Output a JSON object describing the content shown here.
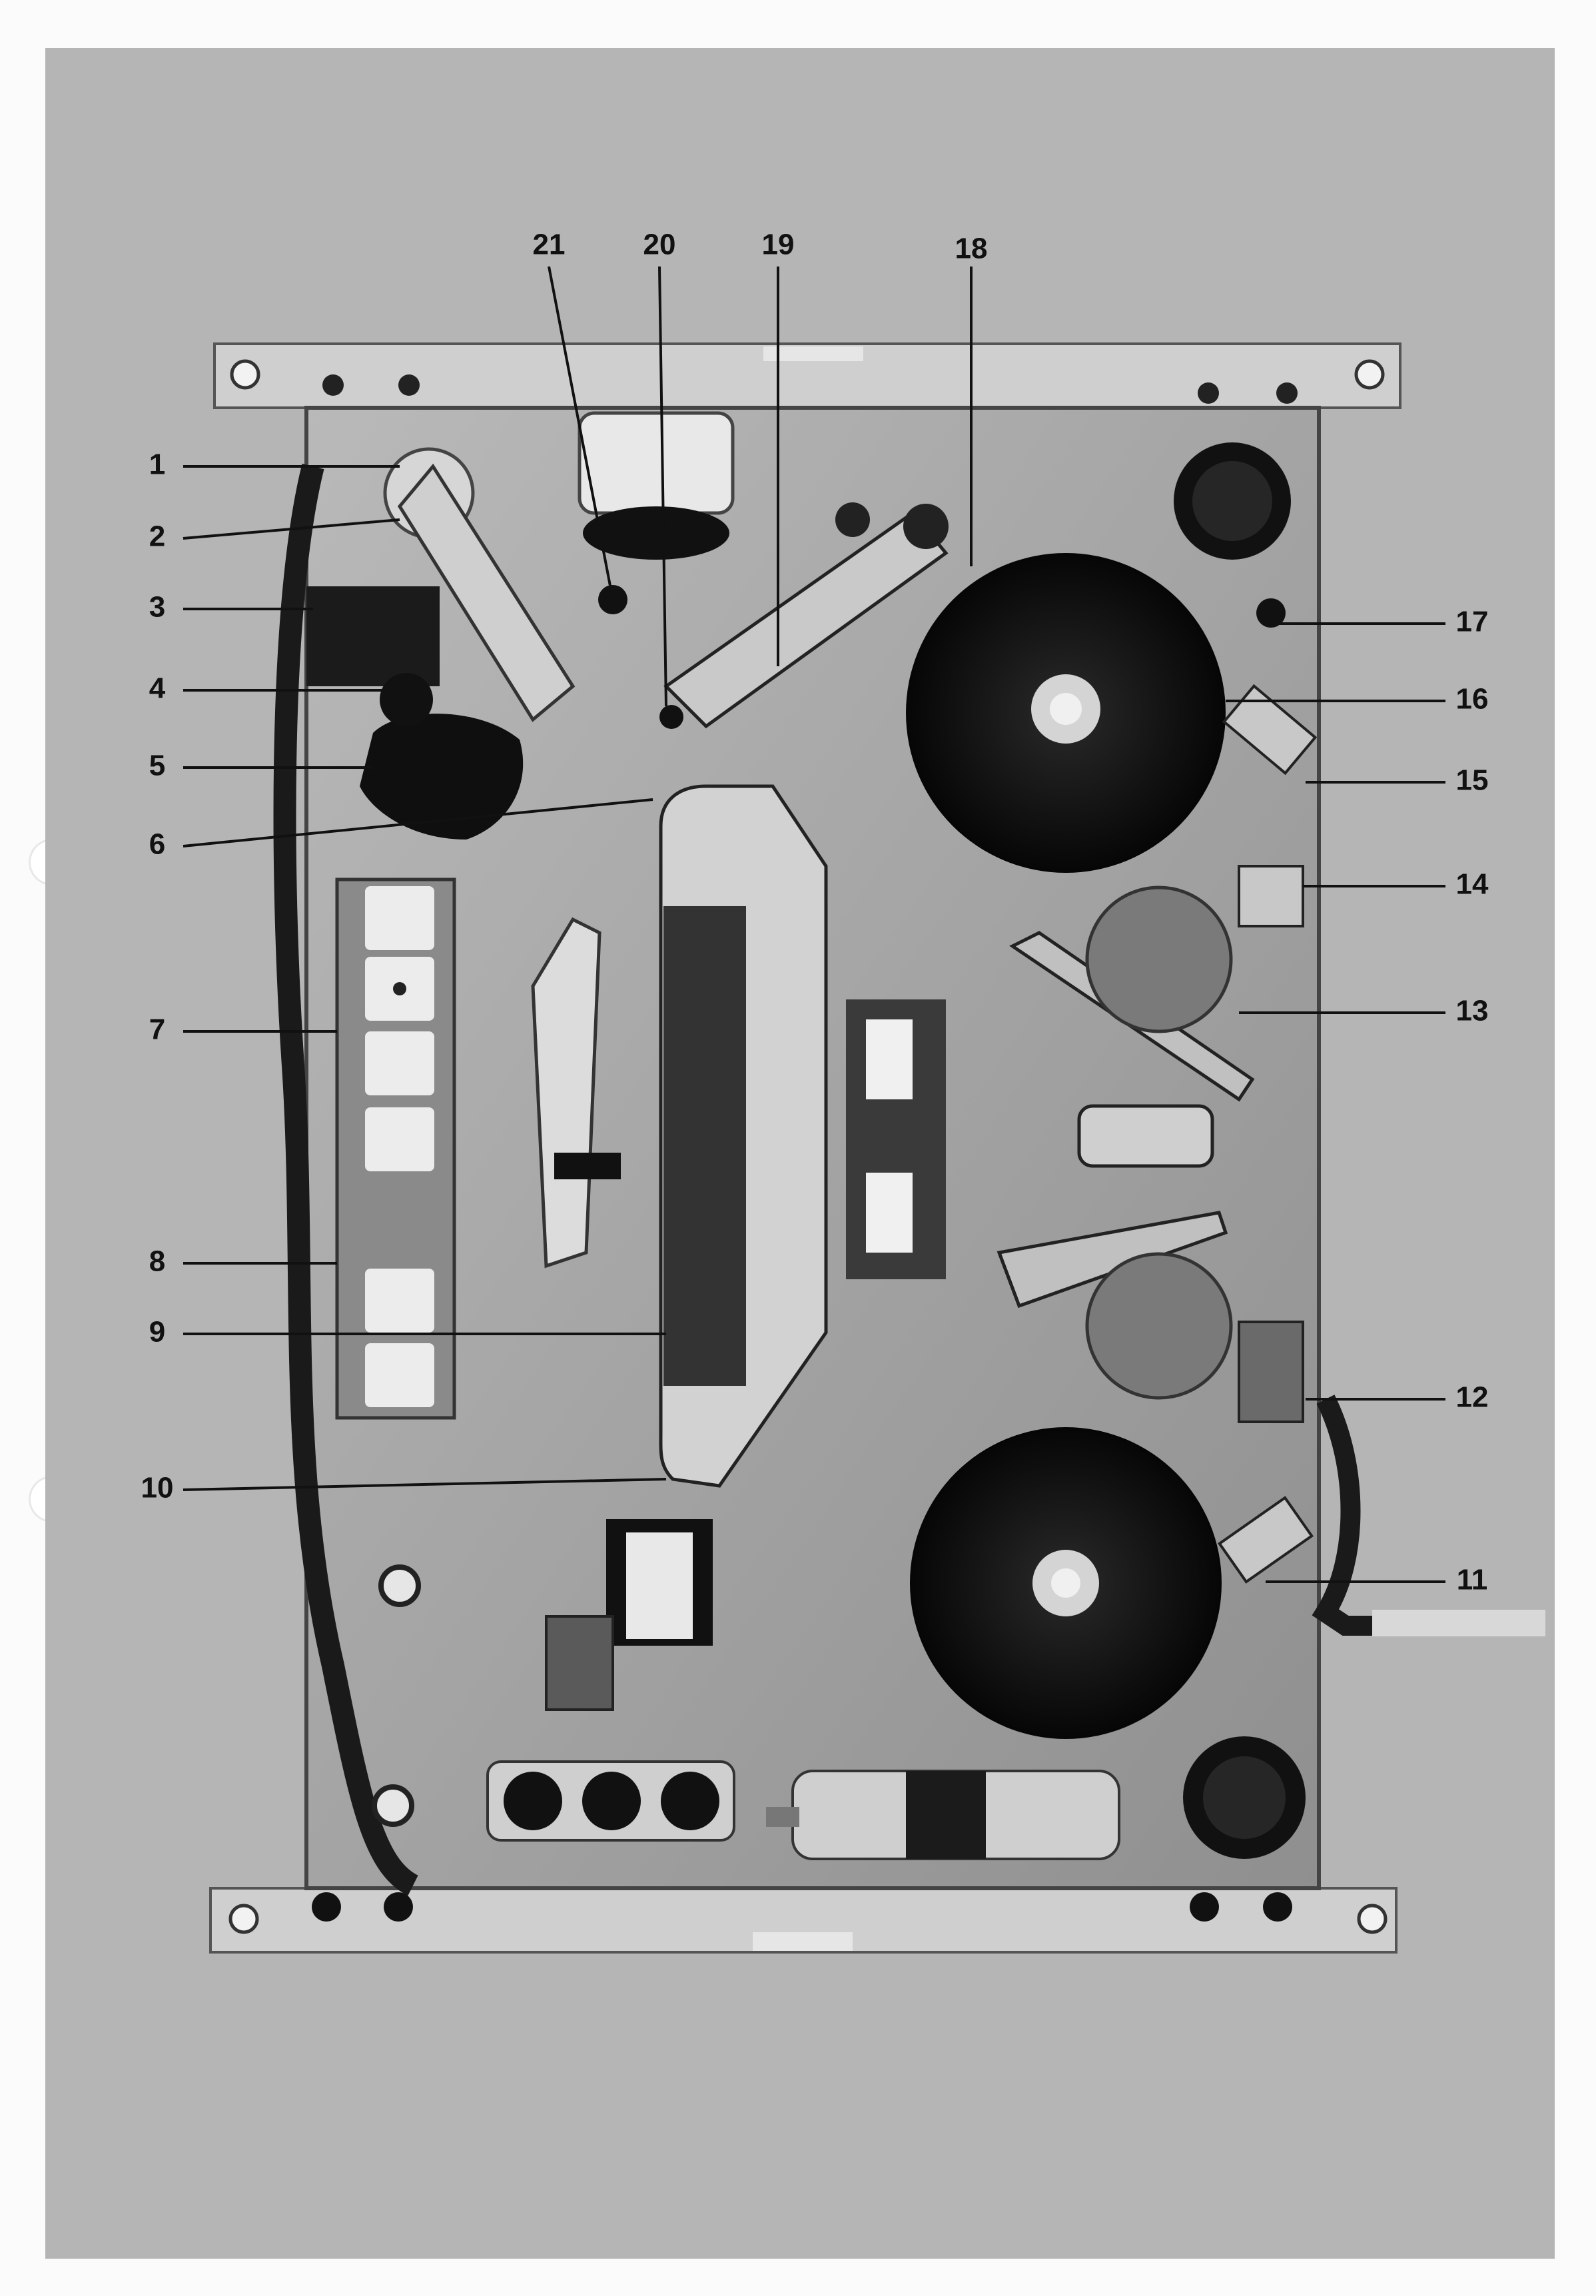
{
  "figure": {
    "description_id": "tape-recorder-chassis-photo",
    "callouts": [
      "1",
      "2",
      "3",
      "4",
      "5",
      "6",
      "7",
      "8",
      "9",
      "10",
      "11",
      "12",
      "13",
      "14",
      "15",
      "16",
      "17",
      "18",
      "19",
      "20",
      "21"
    ]
  },
  "icons": {
    "binder_hole": "circle",
    "photo": "mechanism-photograph"
  },
  "colors": {
    "paper": "#fbfbfb",
    "photo_bg": "#b5b5b5",
    "metal": "#a8a8a8",
    "dark": "#151515"
  }
}
